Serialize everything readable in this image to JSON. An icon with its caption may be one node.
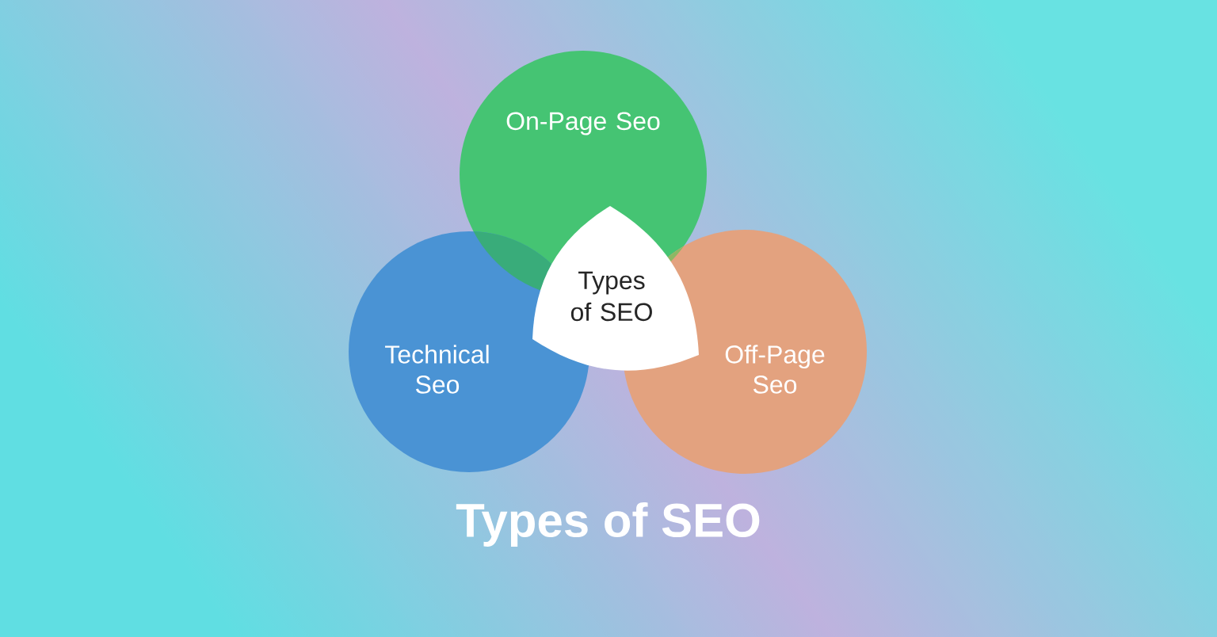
{
  "diagram": {
    "title": "Types of SEO",
    "nodes": [
      {
        "text": [
          "On-Page Seo"
        ]
      },
      {
        "text": [
          "Technical Seo"
        ]
      },
      {
        "text": [
          "Off-Page Seo"
        ]
      },
      {
        "text": [
          "Types of SEO"
        ]
      }
    ]
  }
}
